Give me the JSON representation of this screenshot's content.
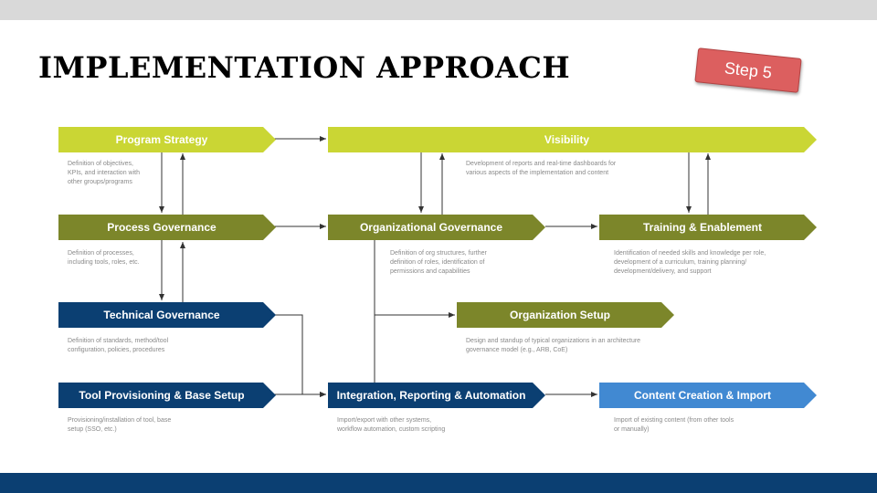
{
  "title": "IMPLEMENTATION APPROACH",
  "step_label": "Step 5",
  "colors": {
    "lime": "#cad634",
    "olive": "#7c862a",
    "navy": "#0b3f72",
    "blue": "#4189d2",
    "step_badge": "#dc5f5f",
    "top_bar": "#d9d9d9",
    "bottom_bar": "#0b3f72"
  },
  "nodes": {
    "program_strategy": {
      "label": "Program Strategy",
      "desc": [
        "Definition of objectives,",
        "KPIs, and interaction with",
        "other groups/programs"
      ]
    },
    "visibility": {
      "label": "Visibility",
      "desc": [
        "Development of reports and real-time dashboards for",
        "various aspects of the implementation and content"
      ]
    },
    "process_governance": {
      "label": "Process Governance",
      "desc": [
        "Definition of processes,",
        "including tools, roles, etc."
      ]
    },
    "organizational_governance": {
      "label": "Organizational Governance",
      "desc": [
        "Definition of org structures, further",
        "definition of roles, identification of",
        "permissions and capabilities"
      ]
    },
    "training_enablement": {
      "label": "Training & Enablement",
      "desc": [
        "Identification of needed skills and knowledge per role,",
        "development of a curriculum, training planning/",
        "development/delivery, and support"
      ]
    },
    "organization_setup": {
      "label": "Organization Setup",
      "desc": [
        "Design and standup of typical organizations in an architecture",
        "governance model (e.g., ARB, CoE)"
      ]
    },
    "technical_governance": {
      "label": "Technical Governance",
      "desc": [
        "Definition of standards, method/tool",
        "configuration, policies, procedures"
      ]
    },
    "tool_provisioning": {
      "label": "Tool Provisioning & Base Setup",
      "desc": [
        "Provisioning/installation of tool, base",
        "setup (SSO, etc.)"
      ]
    },
    "integration_reporting": {
      "label": "Integration, Reporting & Automation",
      "desc": [
        "Import/export with other systems,",
        "workflow automation, custom scripting"
      ]
    },
    "content_creation": {
      "label": "Content Creation & Import",
      "desc": [
        "Import of existing content (from other tools",
        "or manually)"
      ]
    }
  }
}
